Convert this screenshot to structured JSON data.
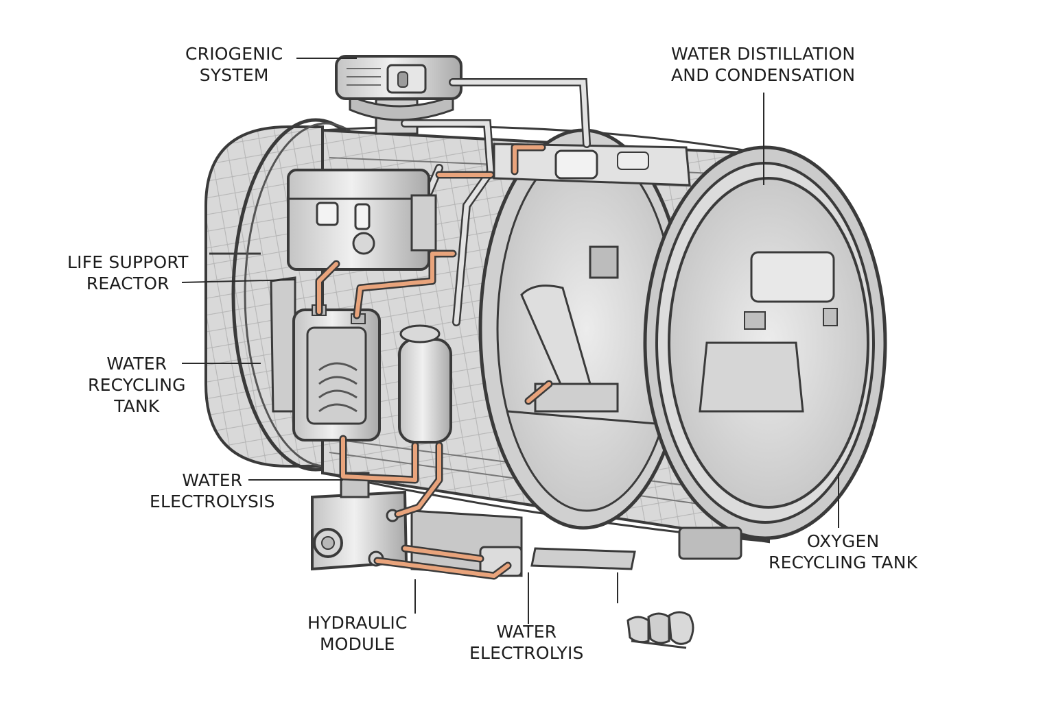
{
  "diagram": {
    "labels": {
      "criogenic_system": [
        "CRIOGENIC",
        "SYSTEM"
      ],
      "water_distillation": [
        "WATER DISTILLATION",
        "AND CONDENSATION"
      ],
      "life_support_reactor": [
        "LIFE SUPPORT",
        "REACTOR"
      ],
      "water_recycling_tank": [
        "WATER",
        "RECYCLING",
        "TANK"
      ],
      "water_electrolysis_left": [
        "WATER",
        "ELECTROLYSIS"
      ],
      "hydraulic_module": [
        "HYDRAULIC",
        "MODULE"
      ],
      "water_electrolyis_bottom": [
        "WATER",
        "ELECTROLYIS"
      ],
      "oxygen_recycling_tank": [
        "OXYGEN",
        "RECYCLING TANK"
      ]
    },
    "colors": {
      "ink": "#3a3a3a",
      "metal_light": "#e6e6e6",
      "metal_mid": "#bdbdbd",
      "metal_dark": "#8a8a8a",
      "copper_pipe": "#e9a47c"
    }
  }
}
